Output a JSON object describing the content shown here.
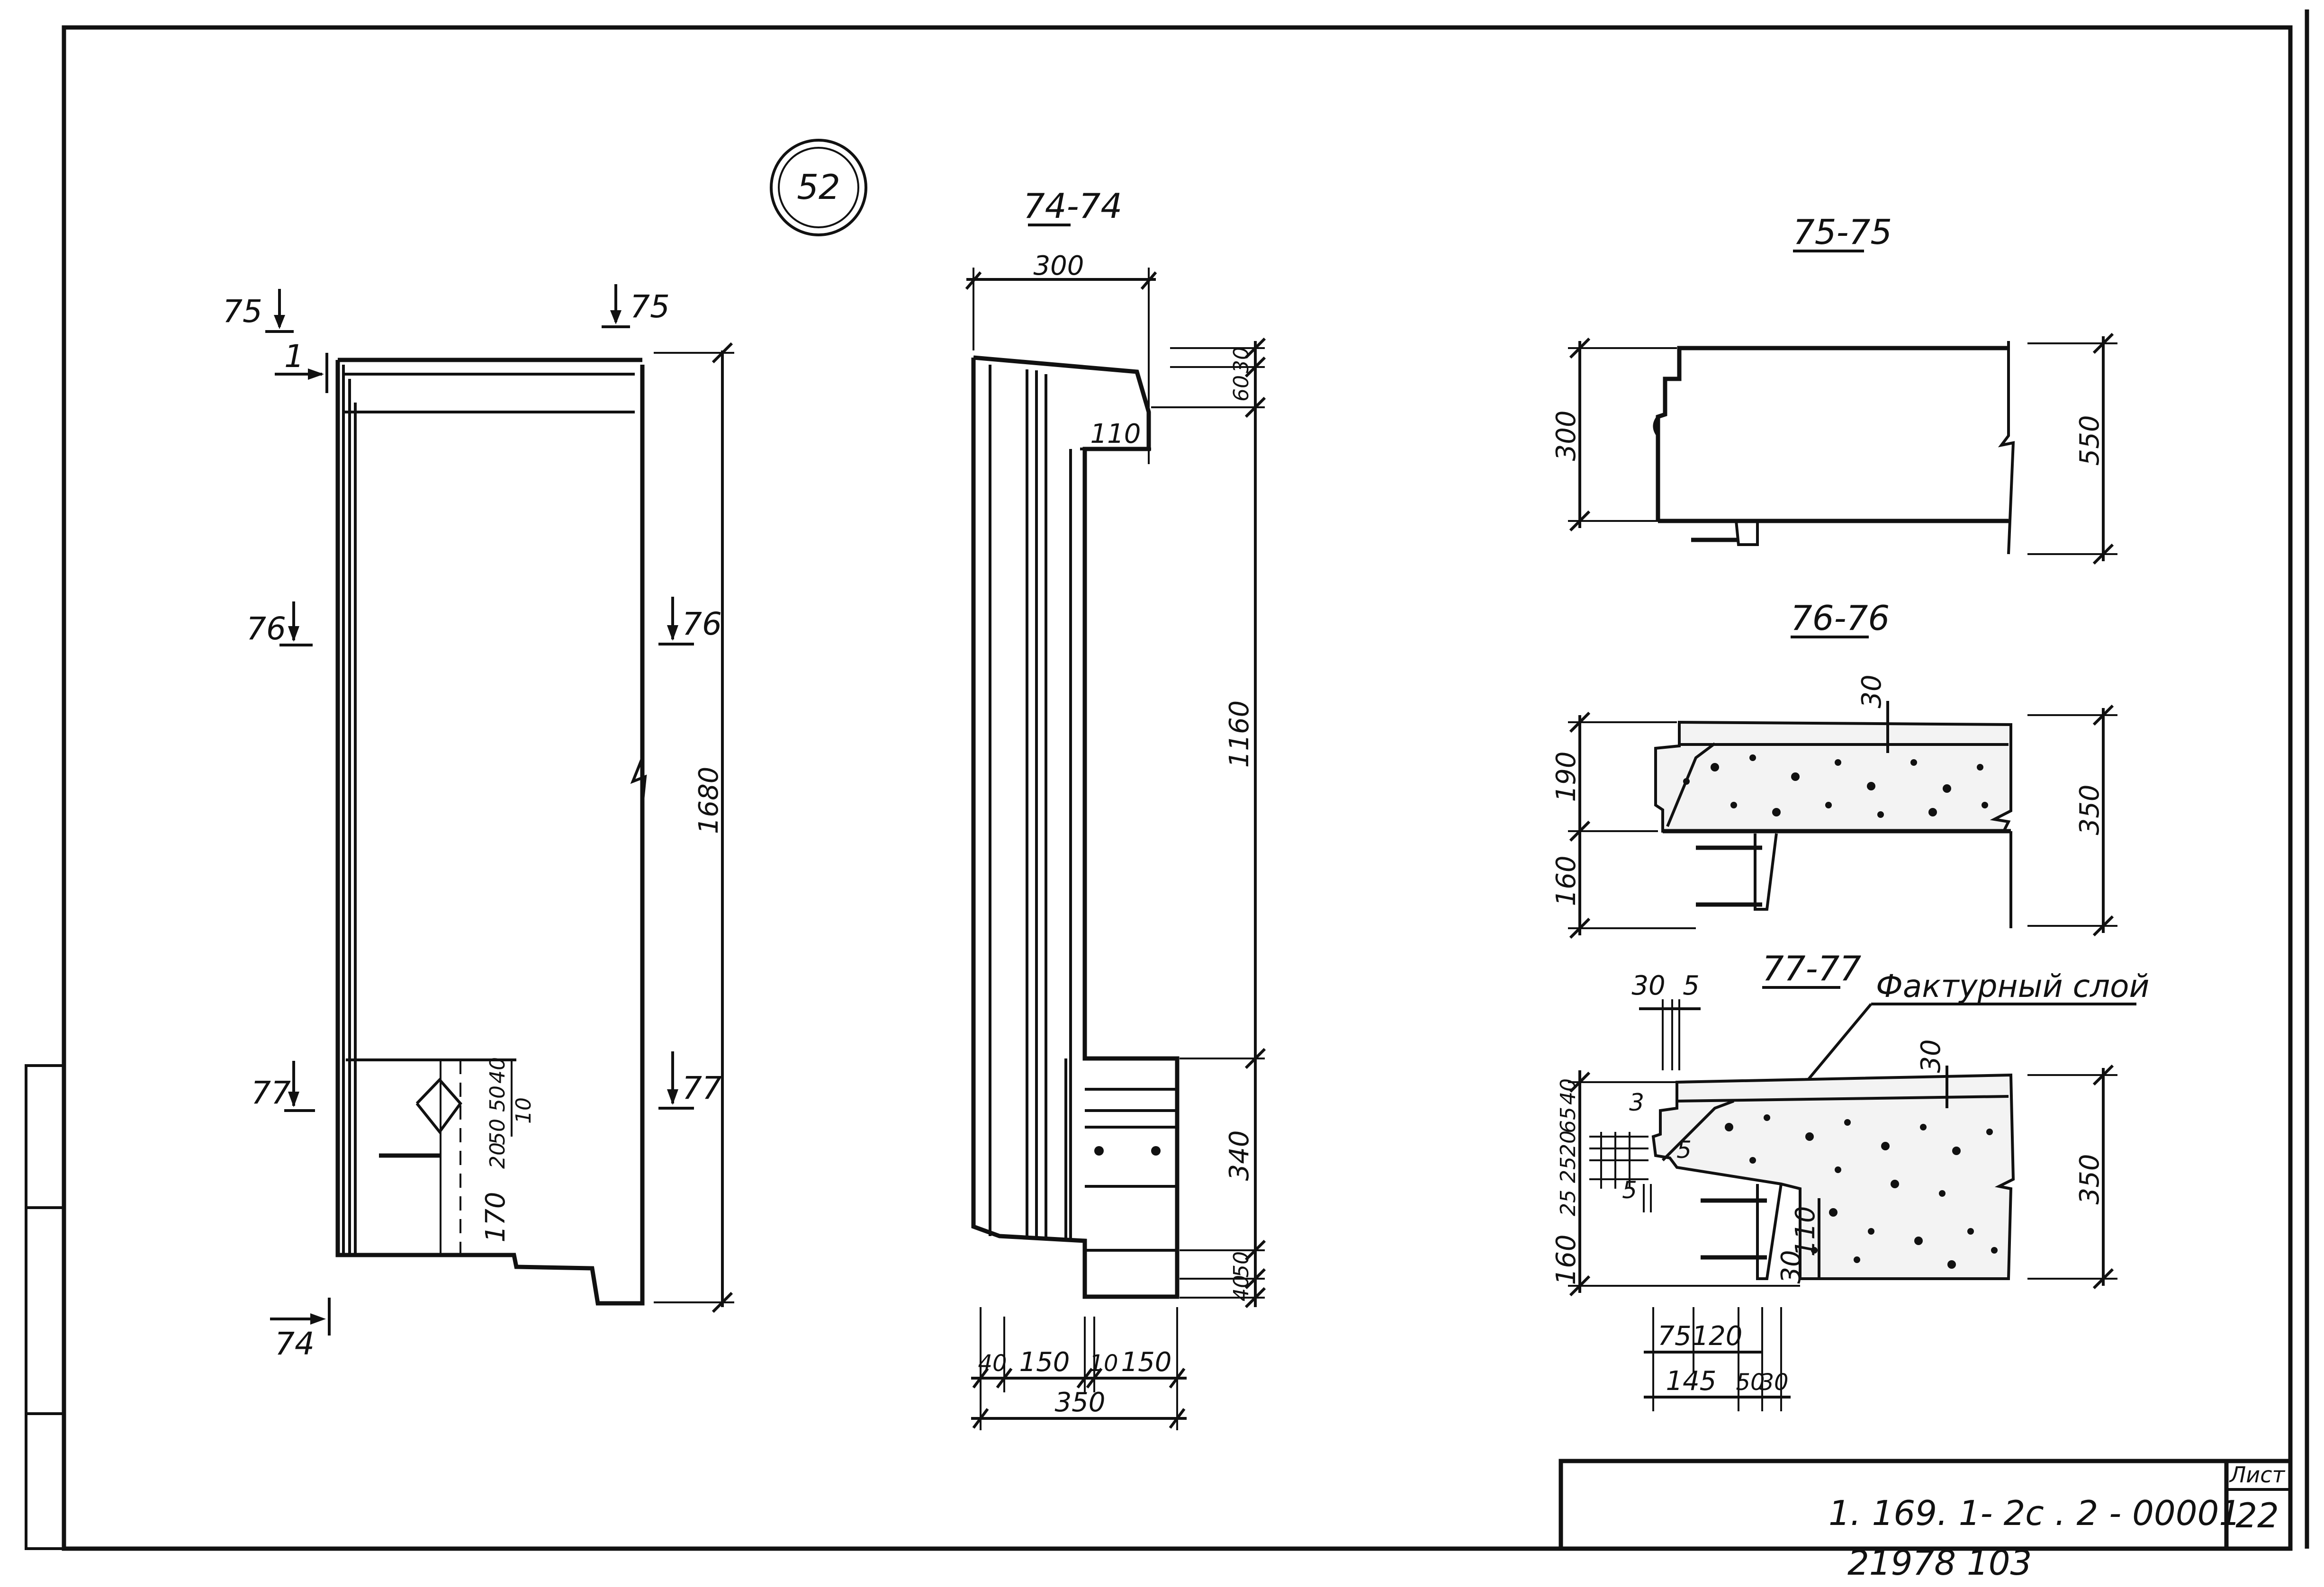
{
  "sheet_number_circle": "52",
  "sections": {
    "s74": "74-74",
    "s75": "75-75",
    "s76": "76-76",
    "s77": "77-77"
  },
  "marks": {
    "m75": "75",
    "m76": "76",
    "m77": "77",
    "m74": "74",
    "m1": "1"
  },
  "elevation": {
    "height": "1680",
    "d40": "40",
    "d50": "50",
    "d10": "10",
    "d20": "20",
    "d50b": "50",
    "d170": "170"
  },
  "section_74": {
    "top_width": "300",
    "d30": "30",
    "d60": "60",
    "d110": "110",
    "d1160": "1160",
    "d340": "340",
    "d50": "50",
    "d40": "40",
    "b40": "40",
    "b150": "150",
    "b10": "10",
    "b150b": "150",
    "total": "350"
  },
  "section_75": {
    "left": "300",
    "right": "550"
  },
  "section_76": {
    "top": "30",
    "left1": "190",
    "left2": "160",
    "right": "350"
  },
  "section_77": {
    "top30": "30",
    "top5": "5",
    "layer_label": "Фактурный слой",
    "layer30": "30",
    "d40": "40",
    "d65": "65",
    "d20": "20",
    "d3": "3",
    "d25": "25",
    "d5": "5",
    "d5b": "5",
    "d25b": "25",
    "d110": "110",
    "d30": "30",
    "d160": "160",
    "right": "350",
    "b75": "75",
    "b120": "120",
    "b145": "145",
    "b50": "50",
    "b30": "30"
  },
  "title_block": {
    "code": "1. 169. 1- 2c . 2 - 00001",
    "sheet_label": "Лист",
    "sheet_number": "22",
    "footer": "21978   103"
  }
}
